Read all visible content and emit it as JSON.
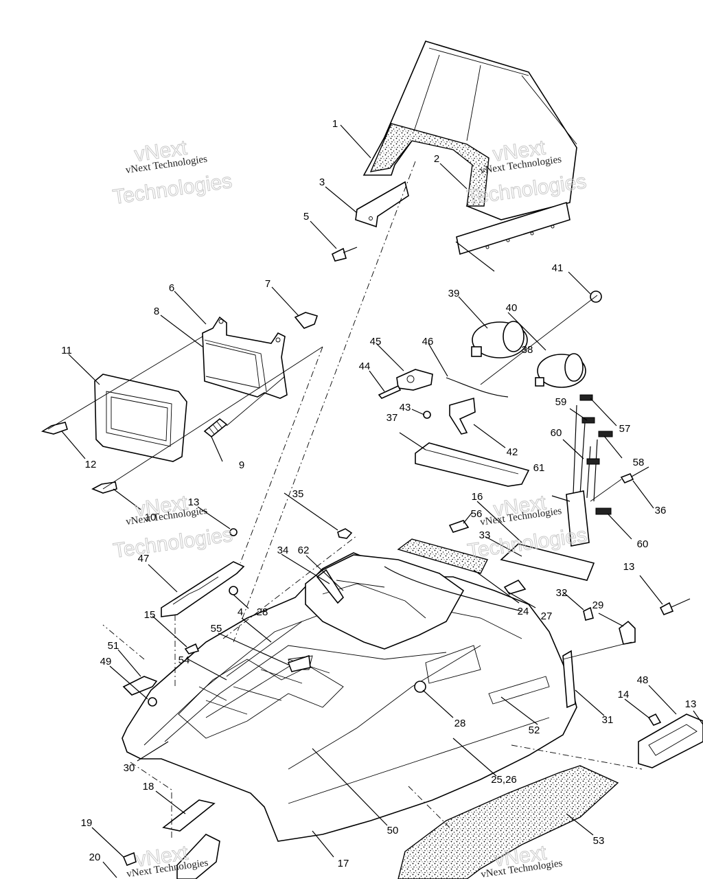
{
  "diagram": {
    "callouts": [
      {
        "id": "c1",
        "text": "1"
      },
      {
        "id": "c2",
        "text": "2"
      },
      {
        "id": "c3",
        "text": "3"
      },
      {
        "id": "c5",
        "text": "5"
      },
      {
        "id": "c6",
        "text": "6"
      },
      {
        "id": "c7",
        "text": "7"
      },
      {
        "id": "c8",
        "text": "8"
      },
      {
        "id": "c9",
        "text": "9"
      },
      {
        "id": "c10",
        "text": "10"
      },
      {
        "id": "c11",
        "text": "11"
      },
      {
        "id": "c12",
        "text": "12"
      },
      {
        "id": "c13a",
        "text": "13"
      },
      {
        "id": "c13b",
        "text": "13"
      },
      {
        "id": "c13c",
        "text": "13"
      },
      {
        "id": "c14",
        "text": "14"
      },
      {
        "id": "c15",
        "text": "15"
      },
      {
        "id": "c16",
        "text": "16"
      },
      {
        "id": "c17",
        "text": "17"
      },
      {
        "id": "c18",
        "text": "18"
      },
      {
        "id": "c19",
        "text": "19"
      },
      {
        "id": "c20",
        "text": "20"
      },
      {
        "id": "c24",
        "text": "24"
      },
      {
        "id": "c2526",
        "text": "25,26"
      },
      {
        "id": "c27",
        "text": "27"
      },
      {
        "id": "c28a",
        "text": "28"
      },
      {
        "id": "c28b",
        "text": "28"
      },
      {
        "id": "c29",
        "text": "29"
      },
      {
        "id": "c30",
        "text": "30"
      },
      {
        "id": "c31",
        "text": "31"
      },
      {
        "id": "c32",
        "text": "32"
      },
      {
        "id": "c33",
        "text": "33"
      },
      {
        "id": "c34",
        "text": "34"
      },
      {
        "id": "c35",
        "text": "35"
      },
      {
        "id": "c36",
        "text": "36"
      },
      {
        "id": "c37",
        "text": "37"
      },
      {
        "id": "c38",
        "text": "38"
      },
      {
        "id": "c39",
        "text": "39"
      },
      {
        "id": "c4",
        "text": "4"
      },
      {
        "id": "c40",
        "text": "40"
      },
      {
        "id": "c41",
        "text": "41"
      },
      {
        "id": "c42",
        "text": "42"
      },
      {
        "id": "c43",
        "text": "43"
      },
      {
        "id": "c44",
        "text": "44"
      },
      {
        "id": "c45",
        "text": "45"
      },
      {
        "id": "c46",
        "text": "46"
      },
      {
        "id": "c47",
        "text": "47"
      },
      {
        "id": "c48",
        "text": "48"
      },
      {
        "id": "c49",
        "text": "49"
      },
      {
        "id": "c50",
        "text": "50"
      },
      {
        "id": "c51",
        "text": "51"
      },
      {
        "id": "c52",
        "text": "52"
      },
      {
        "id": "c53",
        "text": "53"
      },
      {
        "id": "c54",
        "text": "54"
      },
      {
        "id": "c55",
        "text": "55"
      },
      {
        "id": "c56",
        "text": "56"
      },
      {
        "id": "c57",
        "text": "57"
      },
      {
        "id": "c58",
        "text": "58"
      },
      {
        "id": "c59",
        "text": "59"
      },
      {
        "id": "c60a",
        "text": "60"
      },
      {
        "id": "c60b",
        "text": "60"
      },
      {
        "id": "c61",
        "text": "61"
      },
      {
        "id": "c62",
        "text": "62"
      }
    ]
  },
  "watermark": {
    "line_big_1": "vNext",
    "line_small": "vNext Technologies",
    "line_big_2": "Technologies"
  }
}
